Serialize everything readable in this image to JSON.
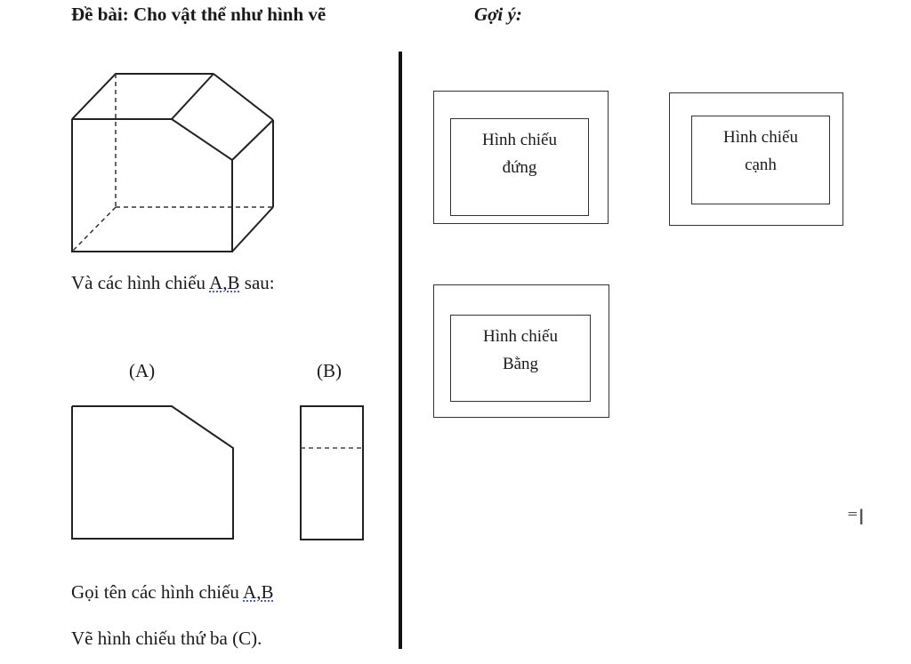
{
  "header": {
    "title": "Đề bài: Cho vật thể như hình vẽ",
    "hint_label": "Gợi ý:"
  },
  "left": {
    "intro_text": "Và các hình chiếu A,B sau:",
    "label_a": "(A)",
    "label_b": "(B)",
    "question_1": "Gọi tên các hình chiếu A,B",
    "question_2": "Vẽ hình chiếu thứ ba (C)."
  },
  "hint_boxes": {
    "front_view": {
      "line1": "Hình chiếu",
      "line2": "đứng"
    },
    "side_view": {
      "line1": "Hình chiếu",
      "line2": "cạnh"
    },
    "top_view": {
      "line1": "Hình chiếu",
      "line2": "Bằng"
    }
  },
  "cursor_icon": "text-cursor-icon"
}
